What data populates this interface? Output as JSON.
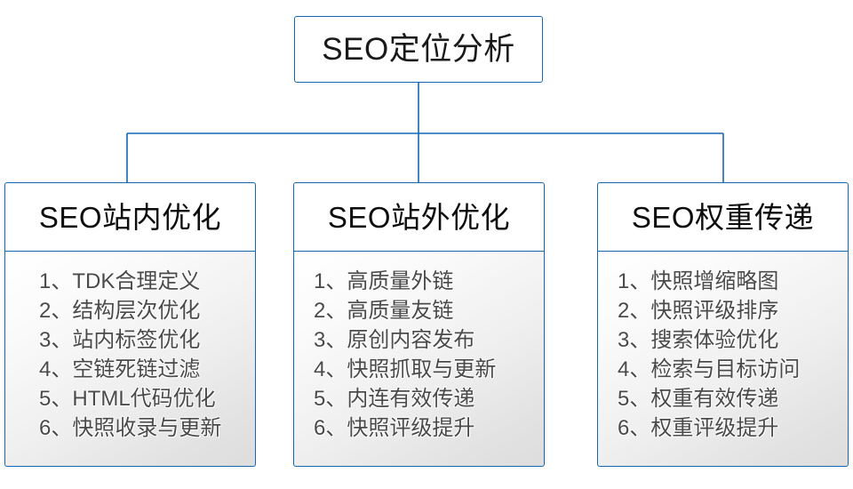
{
  "diagram": {
    "type": "hierarchy-tree",
    "colors": {
      "border": "#1268b3",
      "connector": "#1268b3",
      "root_text": "#1a1a1a",
      "header_text": "#0d0d0d",
      "item_text": "#4a4a4a",
      "header_background": "#ffffff",
      "body_background_top": "#ffffff",
      "body_background_bottom": "#dddddd"
    },
    "root": {
      "label": "SEO定位分析"
    },
    "branches": [
      {
        "header": "SEO站内优化",
        "items": [
          "1、TDK合理定义",
          "2、结构层次优化",
          "3、站内标签优化",
          "4、空链死链过滤",
          "5、HTML代码优化",
          "6、快照收录与更新"
        ]
      },
      {
        "header": "SEO站外优化",
        "items": [
          "1、高质量外链",
          "2、高质量友链",
          "3、原创内容发布",
          "4、快照抓取与更新",
          "5、内连有效传递",
          "6、快照评级提升"
        ]
      },
      {
        "header": "SEO权重传递",
        "items": [
          "1、快照增缩略图",
          "2、快照评级排序",
          "3、搜索体验优化",
          "4、检索与目标访问",
          "5、权重有效传递",
          "6、权重评级提升"
        ]
      }
    ]
  }
}
